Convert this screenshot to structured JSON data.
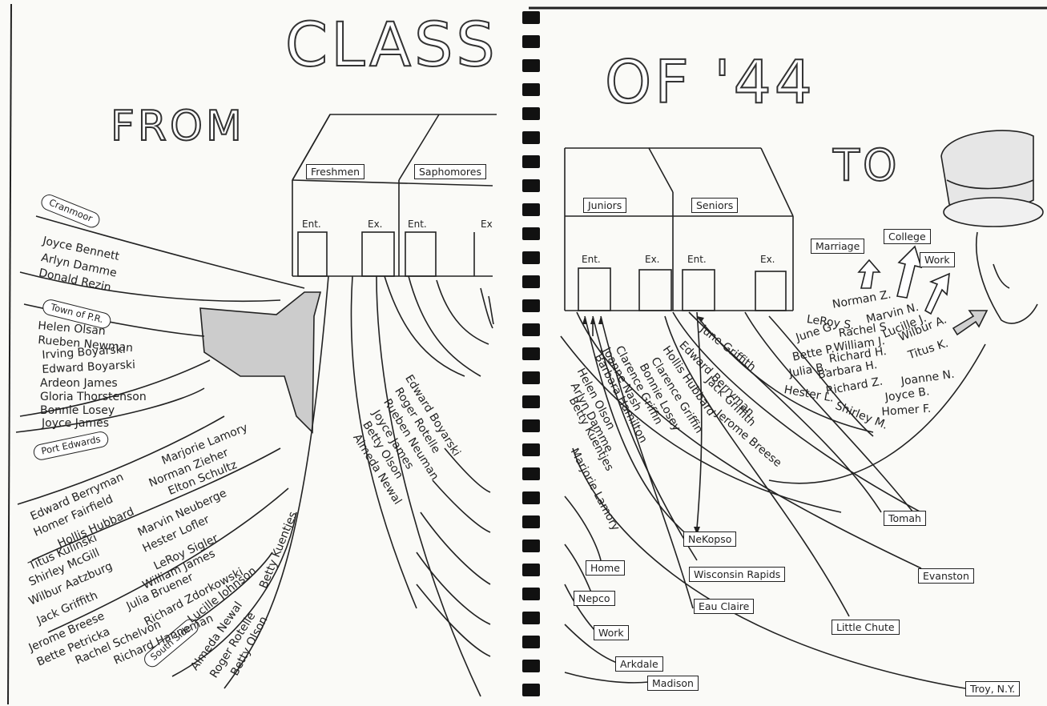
{
  "title": {
    "class_word": "CLASS",
    "of_word": "OF '44",
    "from_word": "FROM",
    "to_word": "TO"
  },
  "school": {
    "left_tabs": [
      "Freshmen",
      "Saphomores"
    ],
    "right_tabs": [
      "Juniors",
      "Seniors"
    ],
    "door_labels": [
      "Ent.",
      "Ex.",
      "Ent.",
      "Ex"
    ],
    "right_door_labels": [
      "Ent.",
      "Ex.",
      "Ent.",
      "Ex."
    ]
  },
  "origins": {
    "cranmoor": {
      "label": "Cranmoor",
      "names": [
        "Joyce Bennett",
        "Arlyn Damme",
        "Donald Rezin"
      ]
    },
    "town_of_pr": {
      "label": "Town of P.R.",
      "names": [
        "Helen Olsan",
        "Rueben Newman",
        "Irving Boyarski",
        "Edward Boyarski",
        "Ardeon James",
        "Gloria Thorstenson",
        "Bonnie Losey",
        "Joyce James"
      ]
    },
    "port_edwards": {
      "label": "Port Edwards",
      "names": [
        "Edward Berryman",
        "Homer Fairfield",
        "Hollis Hubbard",
        "Titus Kulinski",
        "Shirley McGill",
        "Wilbur Aatzburg",
        "Jack Griffith",
        "Jerome Breese",
        "Bette Petricka",
        "Rachel Schelvon",
        "Richard Hanneman",
        "Marjorie Lamory",
        "Norman Zieher",
        "Elton Schultz",
        "Marvin Neuberge",
        "Hester Lofler",
        "LeRoy Sigler",
        "William James",
        "Julia Bruener",
        "Richard Zdorkowski",
        "Lucille Johnson",
        "Betty Kuentjes"
      ]
    },
    "south_side": {
      "label": "South Side",
      "names": [
        "Almeda Newal",
        "Roger Rotelle",
        "Betty Olson"
      ]
    }
  },
  "dropouts_freshmen": [
    "Edward Boyarski",
    "Roger Rotelle",
    "Rueben Neuman",
    "Joyce James",
    "Betty Olson",
    "Almeda Newal"
  ],
  "juniors_exits": [
    "Clarence Griffin",
    "Joanne Nash",
    "Barbara Hamilton",
    "Helen Olson",
    "Arlyn Damme",
    "Betty Kuentjes",
    "Marjorie Lamory"
  ],
  "seniors_exits": [
    "June Griffith",
    "Edward Berryman",
    "Jack Griffith",
    "Hollis Hubbard",
    "Jerome Breese",
    "Clarence Griffin",
    "Bonnie Losey"
  ],
  "graduates": [
    "Norman Z.",
    "LeRoy S.",
    "Marvin N.",
    "Rachel S.",
    "June G.",
    "William J.",
    "Lucille J.",
    "Bette P.",
    "Richard H.",
    "Wilbur A.",
    "Julia B.",
    "Barbara H.",
    "Titus K.",
    "Hester L.",
    "Richard Z.",
    "Joanne N.",
    "Shirley M.",
    "Joyce B.",
    "Homer F."
  ],
  "futures": [
    "Marriage",
    "College",
    "Work"
  ],
  "destinations": [
    "Tomah",
    "NeKopso",
    "Wisconsin Rapids",
    "Eau Claire",
    "Evanston",
    "Little Chute",
    "Home",
    "Nepco",
    "Work",
    "Arkdale",
    "Madison",
    "Troy, N.Y."
  ]
}
